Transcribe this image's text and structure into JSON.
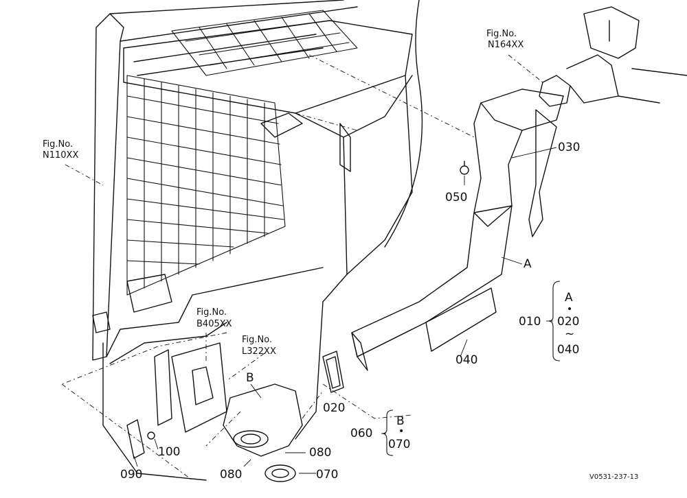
{
  "fig_refs": {
    "n164": {
      "title": "Fig.No.",
      "number": "N164XX"
    },
    "n110": {
      "title": "Fig.No.",
      "number": "N110XX"
    },
    "b405": {
      "title": "Fig.No.",
      "number": "B405XX"
    },
    "l322": {
      "title": "Fig.No.",
      "number": "L322XX"
    }
  },
  "parts": {
    "p010": "010",
    "p020_duct": "020",
    "p020_group": "020",
    "p030": "030",
    "p040_label": "040",
    "p040_group": "040",
    "p050": "050",
    "p060": "060",
    "p070_label": "070",
    "p070_group": "070",
    "p080_right": "080",
    "p080_left": "080",
    "p090": "090",
    "p100": "100"
  },
  "callouts": {
    "a_arrow": "A",
    "b_arrow": "B",
    "a_group": "A",
    "b_group": "B"
  },
  "symbols": {
    "bullet": "•",
    "tilde": "~"
  },
  "footer": {
    "drawing_code": "V0531-237-13"
  }
}
